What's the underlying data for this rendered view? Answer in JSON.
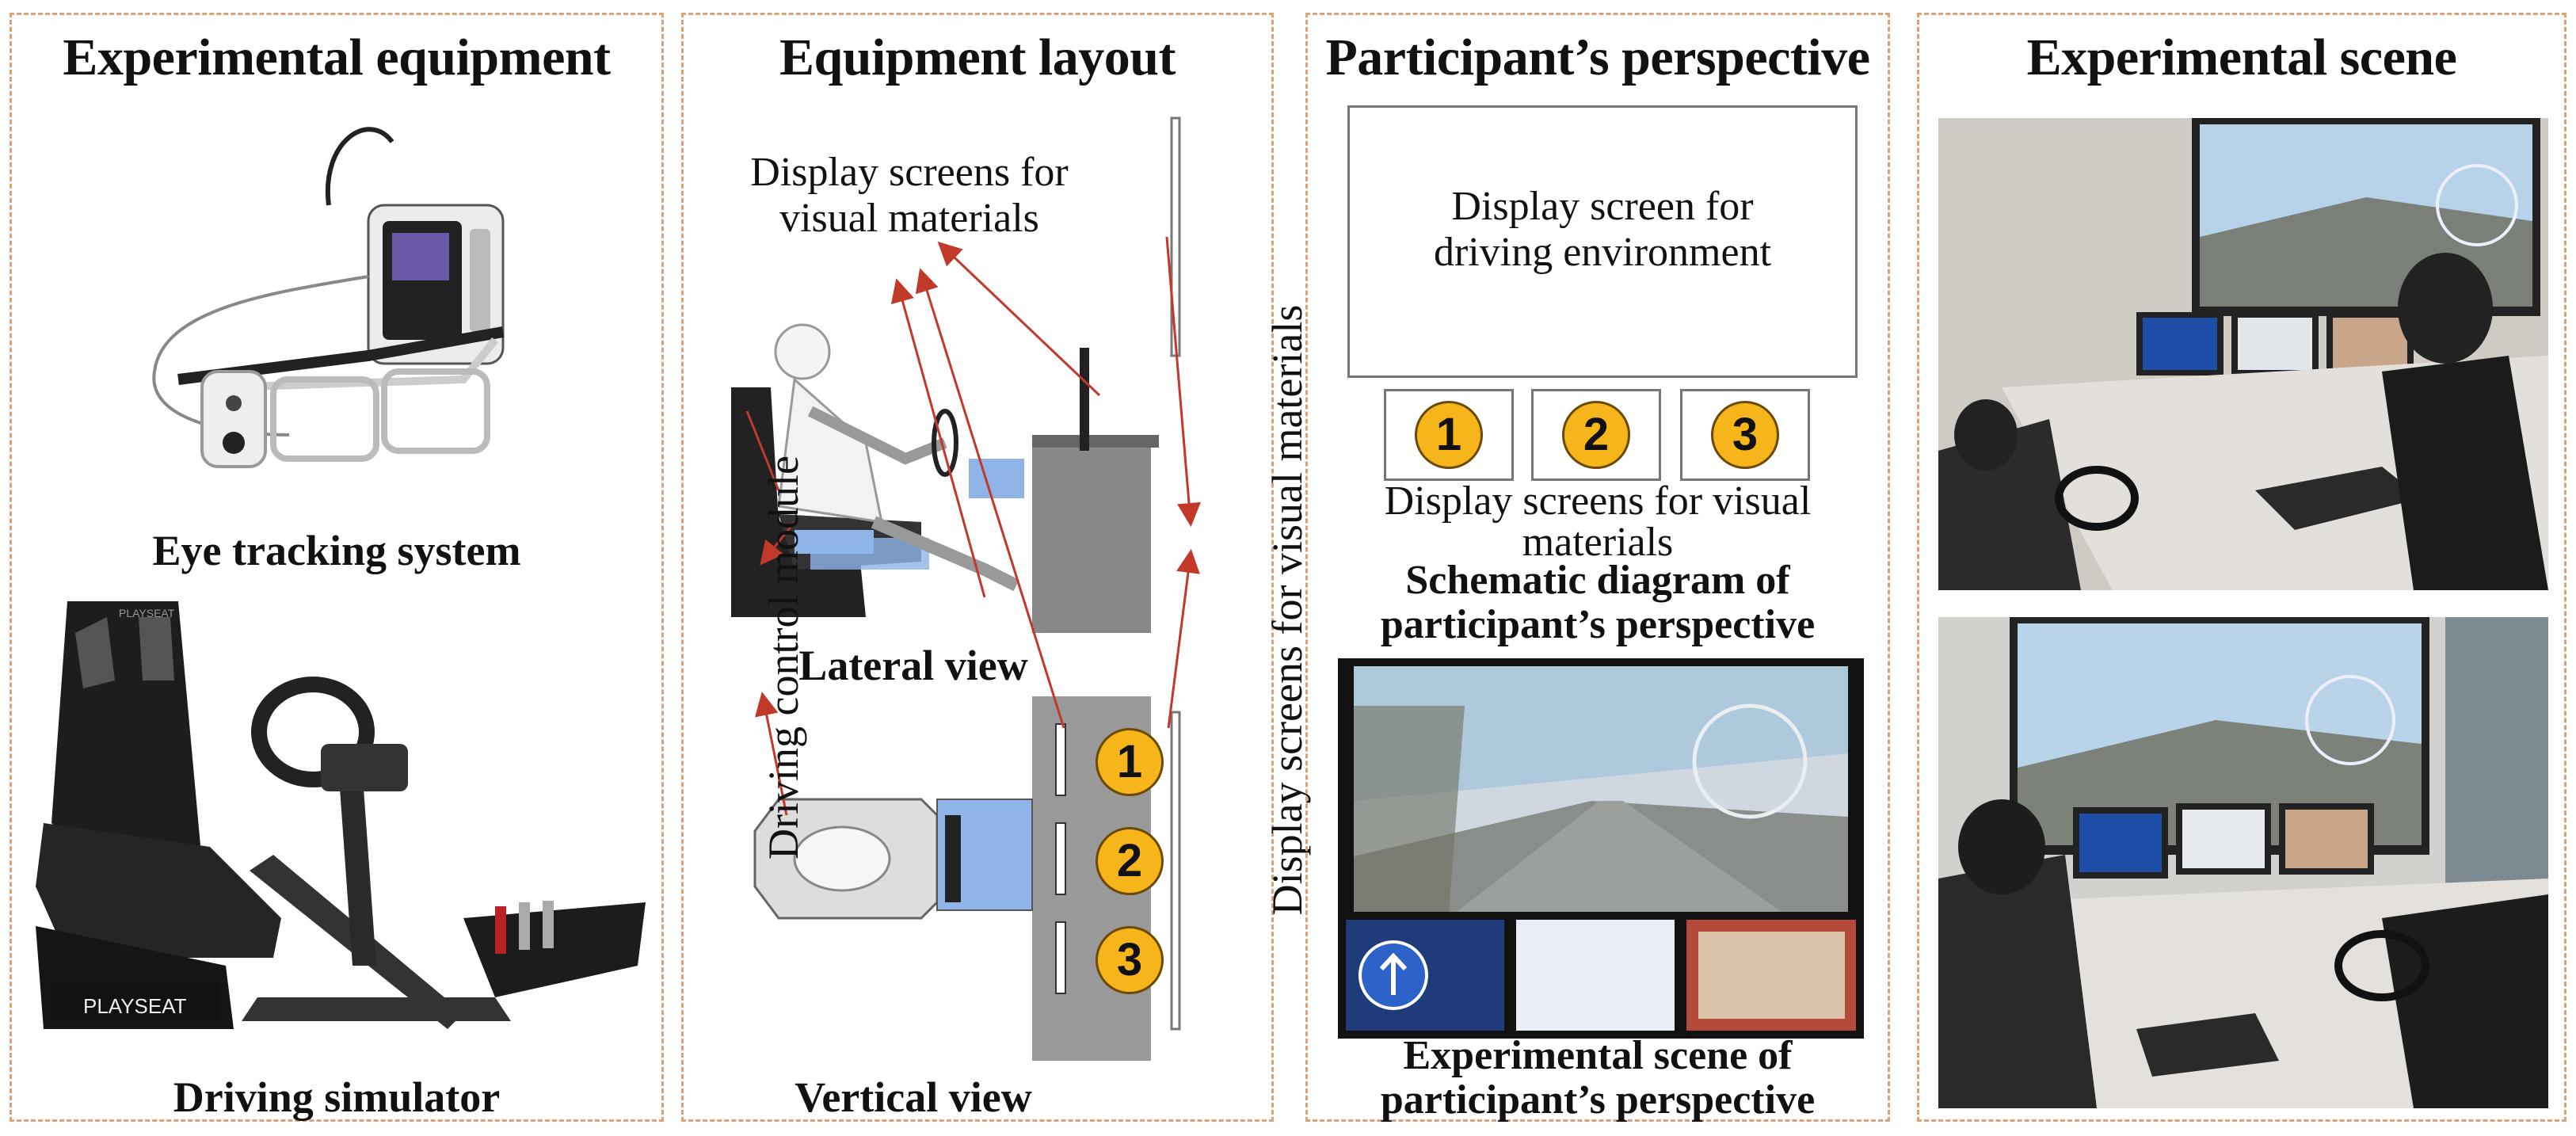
{
  "panels": {
    "equipment": {
      "title": "Experimental equipment",
      "eye_tracking_caption": "Eye tracking system",
      "simulator_caption": "Driving simulator",
      "simulator_brand": "PLAYSEAT",
      "seat_brand": "PLAYSEAT"
    },
    "layout": {
      "title": "Equipment layout",
      "display_label": "Display screens for\nvisual materials",
      "driving_control_label": "Driving control module",
      "display_vertical_label": "Display screens for visual materials",
      "lateral_caption": "Lateral view",
      "vertical_caption": "Vertical view",
      "screen_numbers": [
        "1",
        "2",
        "3"
      ]
    },
    "perspective": {
      "title": "Participant’s perspective",
      "driving_screen_label": "Display screen for\ndriving environment",
      "screen_numbers": [
        "1",
        "2",
        "3"
      ],
      "visual_screens_label": "Display screens for visual\nmaterials",
      "schematic_caption": "Schematic diagram of\nparticipant’s perspective",
      "scene_caption": "Experimental scene of\nparticipant’s perspective"
    },
    "scene": {
      "title": "Experimental scene"
    }
  },
  "colors": {
    "panel_border": "#d9a27a",
    "badge": "#f5b51b",
    "arrow": "#c0392b",
    "seat_blue": "#8fb5e8"
  }
}
